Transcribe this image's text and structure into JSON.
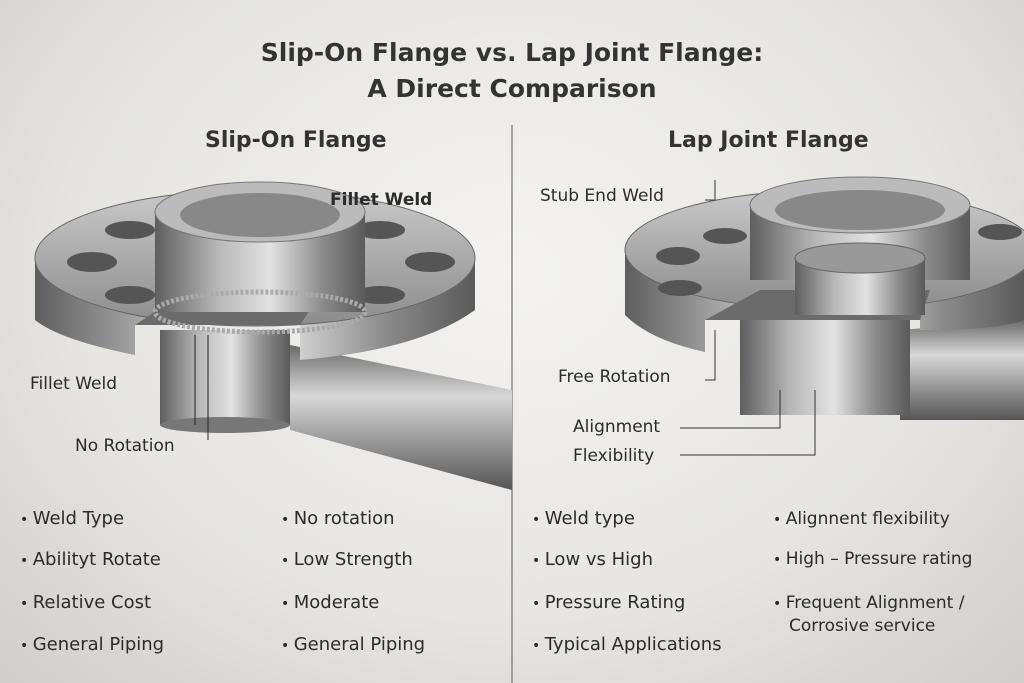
{
  "title": {
    "line1": "Slip-On Flange vs. Lap Joint Flange:",
    "line2": "A Direct Comparison"
  },
  "left": {
    "heading": "Slip-On Flange",
    "labels": {
      "fillet_weld_top": "Fillet Weld",
      "fillet_weld_side": "Fillet Weld",
      "no_rotation": "No Rotation"
    },
    "bullets_col1": [
      "Weld Type",
      "Abilityt Rotate",
      "Relative Cost",
      "General Piping"
    ],
    "bullets_col2": [
      "No rotation",
      "Low Strength",
      "Moderate",
      "General Piping"
    ]
  },
  "right": {
    "heading": "Lap Joint Flange",
    "labels": {
      "stub_end_weld": "Stub End Weld",
      "free_rotation": "Free Rotation",
      "alignment_line1": "Alignment",
      "alignment_line2": "Flexibility"
    },
    "bullets_col1": [
      "Weld type",
      "Low vs High",
      "Pressure Rating",
      "Typical Applications"
    ],
    "bullets_col2": [
      "Alignnent flexibility",
      "High – Pressure rating",
      "Frequent Alignment /",
      "Corrosive service"
    ]
  },
  "colors": {
    "background": "#e9e8e5",
    "text": "#2a2a2a",
    "steel": "#9a9a9a"
  }
}
